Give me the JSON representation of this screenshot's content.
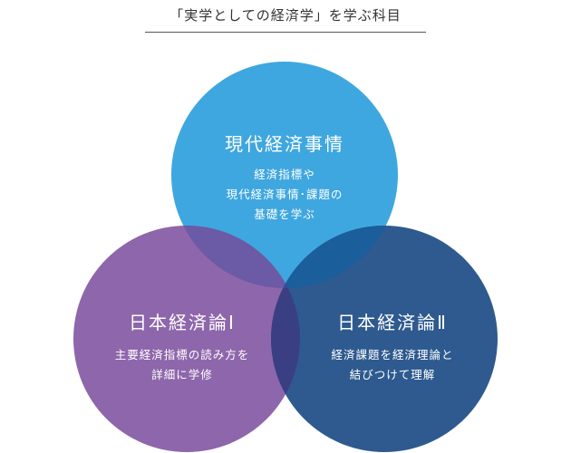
{
  "heading": "「実学としての経済学」を学ぶ科目",
  "colors": {
    "top_circle": "#3fa7df",
    "left_circle": "#8e66ab",
    "right_circle": "#2e5a8f",
    "overlap_top_left": "#6b5aa6",
    "overlap_top_right": "#1a5e9c",
    "overlap_left_right": "#3a3f83",
    "overlap_center": "#3a4a95"
  },
  "circles": {
    "top": {
      "title": "現代経済事情",
      "desc_lines": [
        "経済指標や",
        "現代経済事情･課題の",
        "基礎を学ぶ"
      ]
    },
    "left": {
      "title": "日本経済論Ⅰ",
      "desc_lines": [
        "主要経済指標の読み方を",
        "詳細に学修"
      ]
    },
    "right": {
      "title": "日本経済論Ⅱ",
      "desc_lines": [
        "経済課題を経済理論と",
        "結びつけて理解"
      ]
    }
  }
}
